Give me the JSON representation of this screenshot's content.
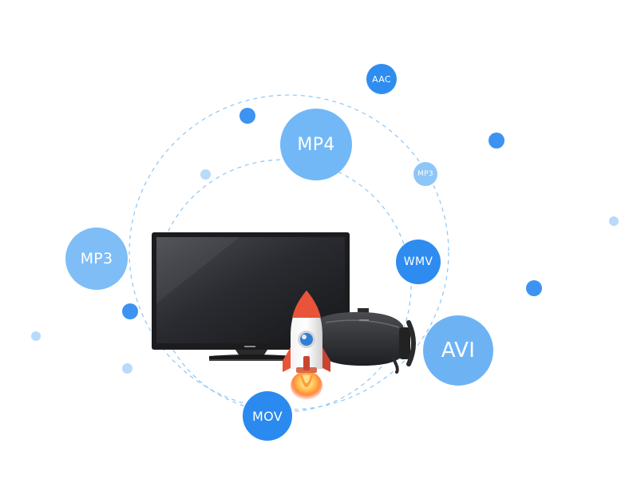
{
  "formats": {
    "aac": "AAC",
    "mp4": "MP4",
    "mp3_small": "MP3",
    "mp3_large": "MP3",
    "wmv": "WMV",
    "avi": "AVI",
    "mov": "MOV"
  },
  "colors": {
    "primary_blue": "#2f8df0",
    "light_blue": "#72b8f6",
    "pale_blue": "#b8dbfb",
    "orbit_line": "#8cc6f5",
    "tv_frame": "#1c1c1e",
    "rocket_red": "#e8533a"
  },
  "icons": [
    "television-icon",
    "vr-headset-icon",
    "rocket-icon"
  ]
}
